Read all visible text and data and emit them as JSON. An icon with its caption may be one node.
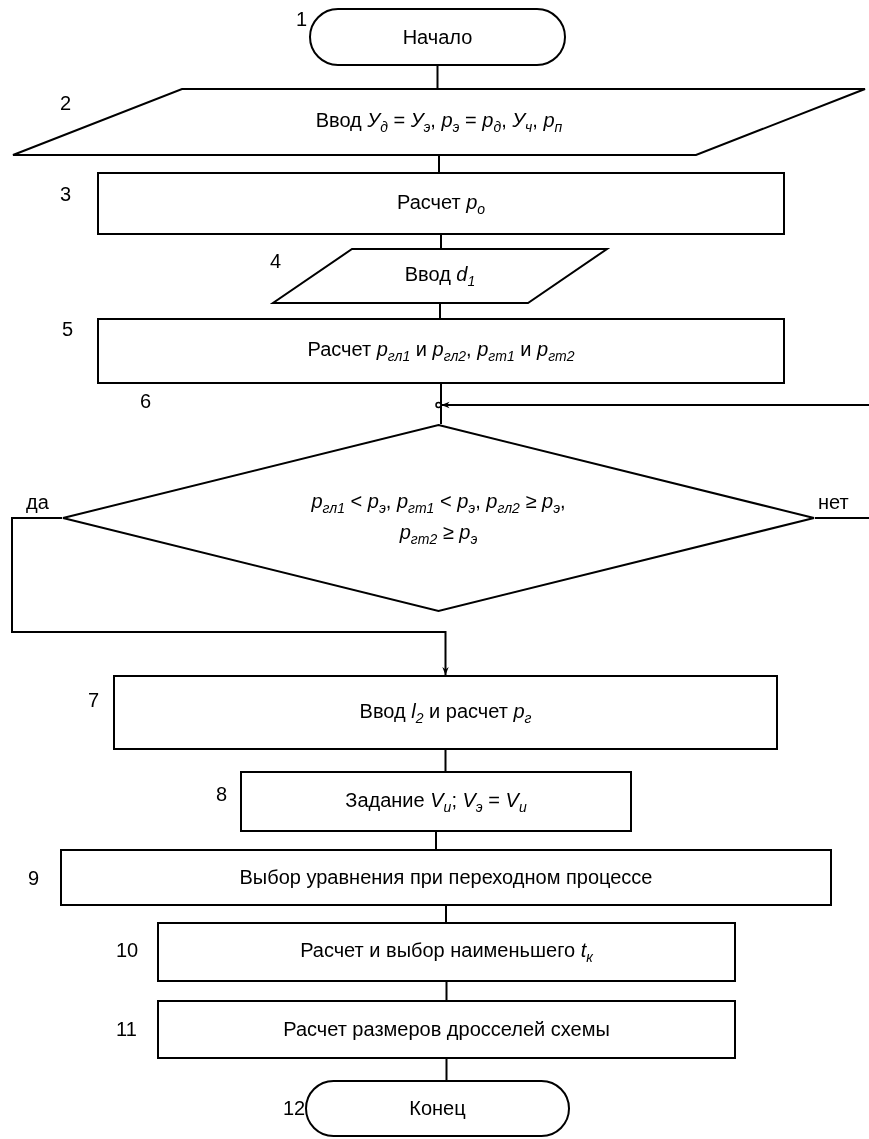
{
  "diagram": {
    "nodes": [
      {
        "text": [
          "Начало"
        ],
        "beside": [
          "1"
        ]
      },
      {
        "text": [
          "Ввод *У*$_{д}$ = *У*$_{э}$, *p*$_{э}$ = *p*$_{д}$, *У*$_{ч}$, *p*$_{п}$"
        ],
        "beside": [
          "2"
        ]
      },
      {
        "text": [
          "Расчет *p*$_{о}$"
        ],
        "beside": [
          "3"
        ]
      },
      {
        "text": [
          "Ввод *d*$_{1}$"
        ],
        "beside": [
          "4"
        ]
      },
      {
        "text": [
          "Расчет *p*$_{гл1}$ и *p*$_{гл2}$, *p*$_{гт1}$ и *p*$_{гт2}$"
        ],
        "beside": [
          "5"
        ]
      },
      {
        "text": [
          "*p*$_{гл1}$ < *p*$_{э}$, *p*$_{гт1}$ < *p*$_{э}$, *p*$_{гл2}$ ≥ *p*$_{э}$, *p*$_{гт2}$ ≥ *p*$_{э}$"
        ],
        "beside": [
          "6"
        ]
      },
      {
        "text": [
          "Ввод *l*$_{2}$ и расчет *p*$_{г}$"
        ],
        "beside": [
          "7"
        ]
      },
      {
        "text": [
          "Задание *V*$_{и}$; *V*$_{э}$ = *V*$_{и}$"
        ],
        "beside": [
          "8"
        ]
      },
      {
        "text": [
          "Выбор уравнения при переходном процессе"
        ],
        "beside": [
          "9"
        ]
      },
      {
        "text": [
          "Расчет и выбор наименьшего *t*$_{к}$"
        ],
        "beside": [
          "10"
        ]
      },
      {
        "text": [
          "Расчет размеров дросселей схемы"
        ],
        "beside": [
          "11"
        ]
      },
      {
        "text": [
          "Конец"
        ],
        "beside": [
          "12"
        ]
      }
    ],
    "edges": [
      {
        "from": 0,
        "to": 1,
        "arrow": "none"
      },
      {
        "from": 1,
        "to": 2,
        "arrow": "none"
      },
      {
        "from": 2,
        "to": 3,
        "arrow": "none"
      },
      {
        "from": 3,
        "to": 4,
        "arrow": "none"
      },
      {
        "from": 4,
        "to": 5,
        "arrow": "none"
      },
      {
        "from": 5,
        "to": 6,
        "arrow": "to",
        "label": "да"
      },
      {
        "from": 5,
        "to": null,
        "arrow": "none",
        "label": "нет"
      },
      {
        "from": null,
        "to": 5,
        "arrow": "to"
      },
      {
        "from": 6,
        "to": 7,
        "arrow": "none"
      },
      {
        "from": 7,
        "to": 8,
        "arrow": "none"
      },
      {
        "from": 8,
        "to": 9,
        "arrow": "none"
      },
      {
        "from": 9,
        "to": 10,
        "arrow": "none"
      },
      {
        "from": 10,
        "to": 11,
        "arrow": "none"
      }
    ]
  }
}
